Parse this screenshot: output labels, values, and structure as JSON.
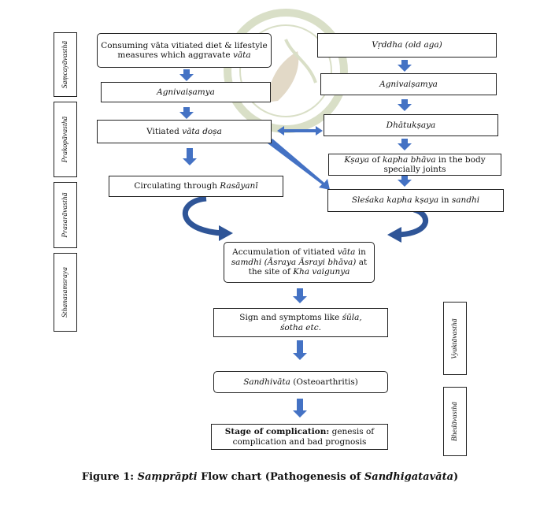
{
  "stages": {
    "samcaya": "Saṃcayāvasthā",
    "prakopa": "Prakopāvasthā",
    "prasara": "Prasarāvasthā",
    "sthanasamsraya": "Sthanasamsraya",
    "vyakti": "Vyaktāvasthā",
    "bheda": "Bhedāvasthā"
  },
  "left_chain": {
    "diet": [
      "Consuming vāta vitiated diet & lifestyle measures which aggravate ",
      "vāta"
    ],
    "agni": "Agnivaiṣamya",
    "vitiated": [
      "Vitiated ",
      "vāta doṣa"
    ],
    "circulating": [
      "Circulating through ",
      "Rasāyanī"
    ]
  },
  "right_chain": {
    "vrddha": "Vṛddha (old aga)",
    "agni": "Agnivaiṣamya",
    "dhatu": "Dhātukṣaya",
    "ksaya": [
      "Kṣaya",
      " of ",
      "kapha bhāva",
      " in the body specially joints"
    ],
    "slesaka": [
      "Sleśaka kapha kṣaya",
      " in ",
      "sandhi"
    ]
  },
  "center_chain": {
    "accumulation": [
      "Accumulation of vitiated ",
      "vāta",
      " in ",
      "samdhi (Āsraya Āsrayi bhāva)",
      " at the site of ",
      "Kha vaigunya"
    ],
    "signs": [
      "Sign and symptoms like ",
      "śūla,",
      "śotha etc."
    ],
    "sandhivata": [
      "Sandhivāta",
      " (Osteoarthritis)"
    ],
    "complication": [
      "Stage of complication:",
      " genesis of complication and bad prognosis"
    ]
  },
  "caption": [
    "Figure 1: ",
    "Saṃprāpti",
    " Flow chart (Pathogenesis of ",
    "Sandhigatavāta",
    ")"
  ],
  "colors": {
    "arrow": "#4472c4",
    "arrow_dark": "#2f5597",
    "border": "#222222"
  }
}
